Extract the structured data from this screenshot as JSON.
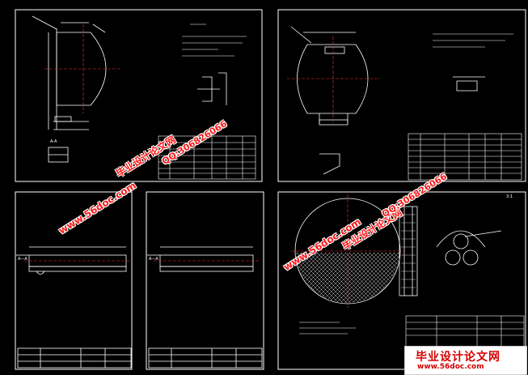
{
  "watermark": {
    "site": "www.56doc.com",
    "title": "毕业设计论文网",
    "qq": "QQ:306826066",
    "color": "#ff1a1a"
  },
  "logo": {
    "main": "毕业设计论文网",
    "sub": "www.56doc.com"
  },
  "sheets": {
    "tl_label": "A-A",
    "ml_label": "A—A",
    "mm_label": "A—A",
    "scale_tag": "3:1"
  },
  "colors": {
    "background": "#000000",
    "frame": "#ffffff",
    "centerline": "#ff3333",
    "accent": "#ffff66",
    "cyan": "#66ffff",
    "green": "#33ff66"
  }
}
